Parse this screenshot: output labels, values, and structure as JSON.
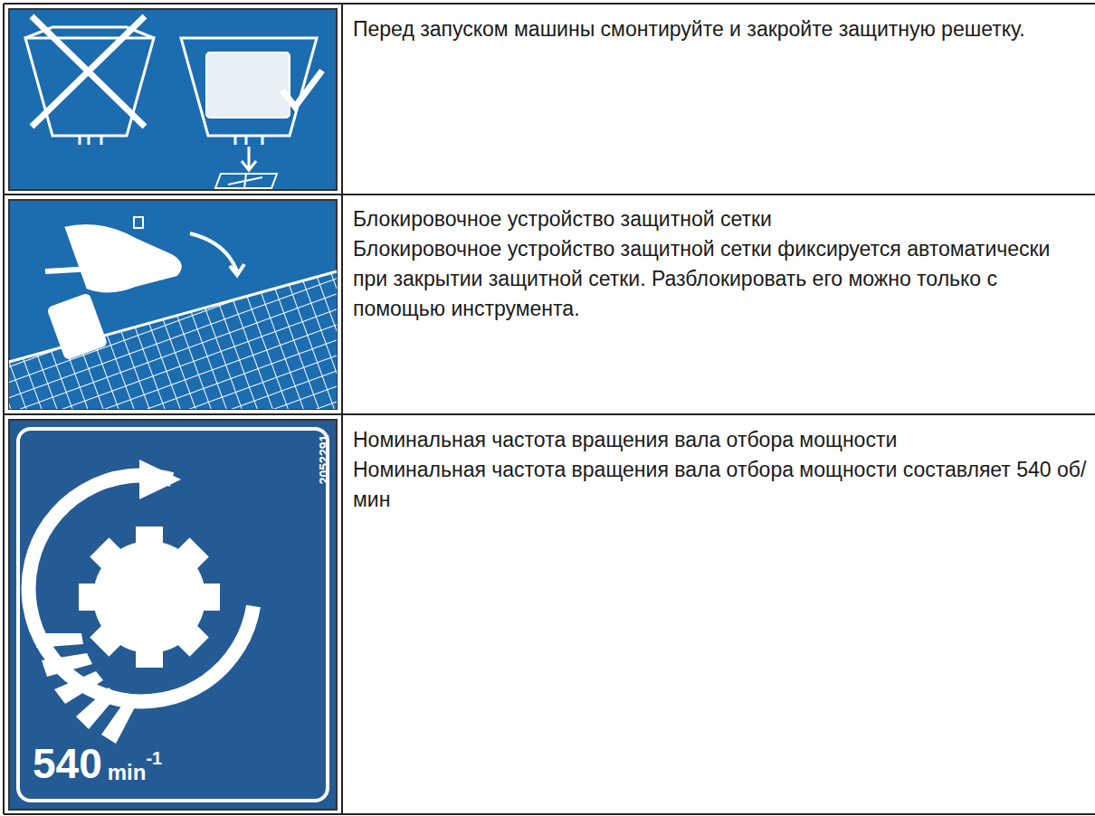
{
  "diagram": {
    "labels": [
      "Перед запуском машины смонтируйте и закройте защитную решетку.",
      "Блокировочное устройство защитной сетки",
      "Блокировочное устройство защитной сетки фиксируется автоматически при закрытии защитной сетки. Разблокировать его можно только с помощью инструмента.",
      "Номинальная частота вращения вала отбора мощности",
      "Номинальная частота вращения вала отбора мощности составляет 540 об/мин",
      "2052291",
      "540",
      "min",
      "-1"
    ]
  }
}
